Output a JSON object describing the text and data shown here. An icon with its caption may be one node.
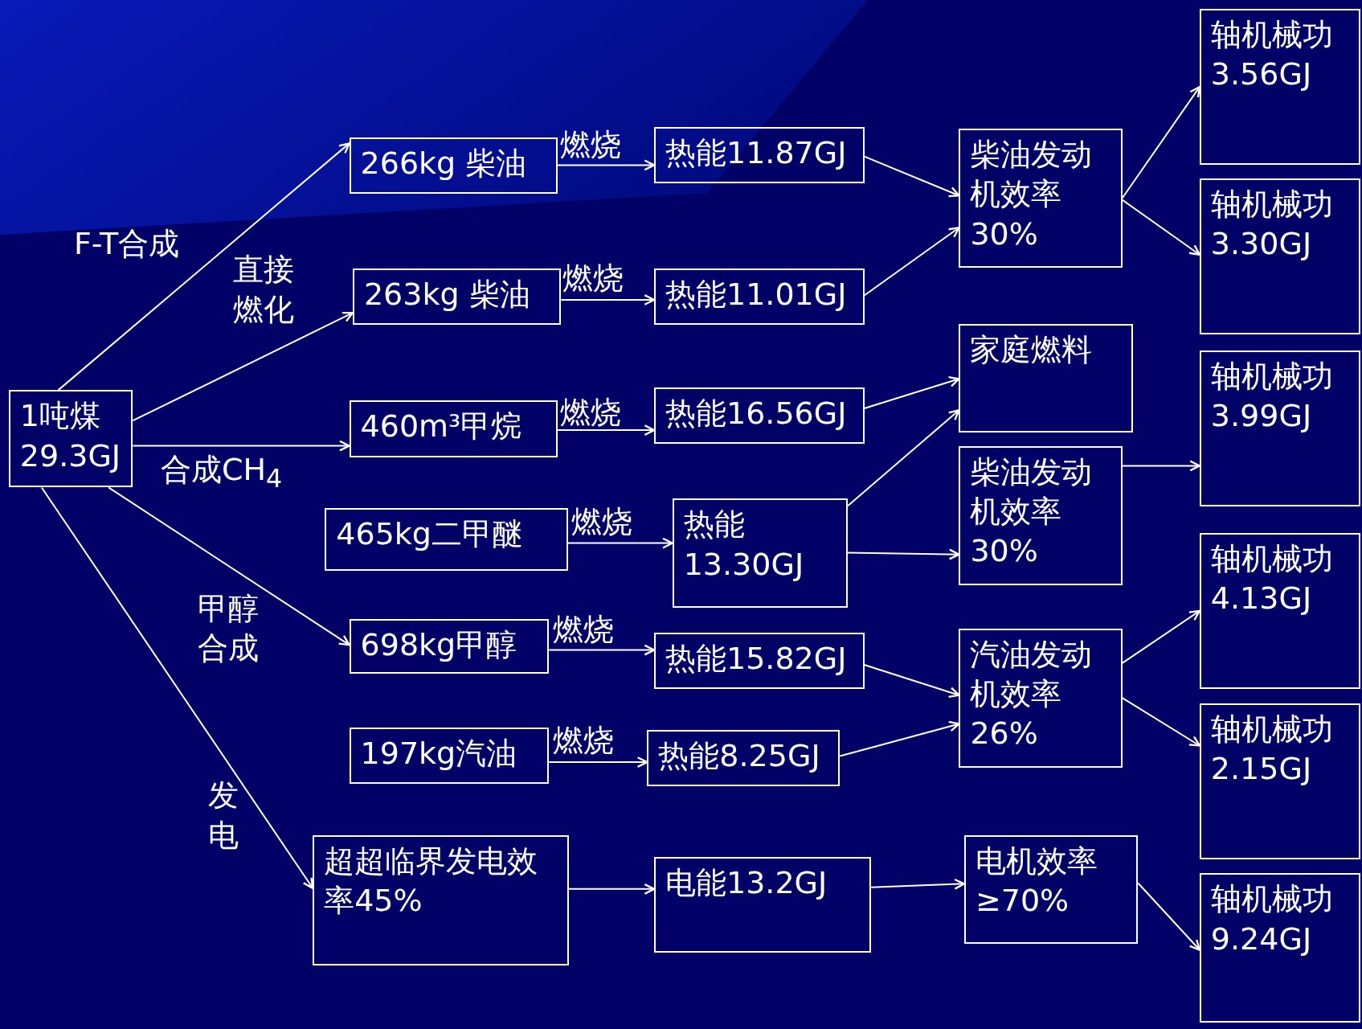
{
  "diagram": {
    "nodes": [
      {
        "text": [
          "1吨煤 29.3GJ"
        ]
      },
      {
        "text": [
          "266kg 柴油"
        ]
      },
      {
        "text": [
          "263kg 柴油"
        ]
      },
      {
        "text": [
          "460m³甲烷"
        ]
      },
      {
        "text": [
          "465kg二甲醚"
        ]
      },
      {
        "text": [
          "698kg甲醇"
        ]
      },
      {
        "text": [
          "197kg汽油"
        ]
      },
      {
        "text": [
          "超超临界发电效率45%"
        ]
      },
      {
        "text": [
          "热能11.87GJ"
        ]
      },
      {
        "text": [
          "热能11.01GJ"
        ]
      },
      {
        "text": [
          "热能16.56GJ"
        ]
      },
      {
        "text": [
          "热能13.30GJ"
        ]
      },
      {
        "text": [
          "热能15.82GJ"
        ]
      },
      {
        "text": [
          "热能8.25GJ"
        ]
      },
      {
        "text": [
          "电能13.2GJ"
        ]
      },
      {
        "text": [
          "柴油发动机效率30%"
        ]
      },
      {
        "text": [
          "家庭燃料"
        ]
      },
      {
        "text": [
          "柴油发动机效率30%"
        ]
      },
      {
        "text": [
          "汽油发动机效率26%"
        ]
      },
      {
        "text": [
          "电机效率≥70%"
        ]
      },
      {
        "text": [
          "轴机械功 3.56GJ"
        ]
      },
      {
        "text": [
          "轴机械功 3.30GJ"
        ]
      },
      {
        "text": [
          "轴机械功 3.99GJ"
        ]
      },
      {
        "text": [
          "轴机械功 4.13GJ"
        ]
      },
      {
        "text": [
          "轴机械功 2.15GJ"
        ]
      },
      {
        "text": [
          "轴机械功 9.24GJ"
        ]
      }
    ],
    "edges": [
      {
        "from": 0,
        "to": 1,
        "arrow": "to",
        "label": "F-T合成"
      },
      {
        "from": 0,
        "to": 2,
        "arrow": "to",
        "label": "直接燃化"
      },
      {
        "from": 0,
        "to": 3,
        "arrow": "to",
        "label": "合成CH$_{4}$"
      },
      {
        "from": 0,
        "to": 5,
        "arrow": "to",
        "label": "甲醇合成"
      },
      {
        "from": 0,
        "to": 7,
        "arrow": "to",
        "label": "发电"
      },
      {
        "from": 1,
        "to": 8,
        "arrow": "to",
        "label": "燃烧"
      },
      {
        "from": 2,
        "to": 9,
        "arrow": "to",
        "label": "燃烧"
      },
      {
        "from": 3,
        "to": 10,
        "arrow": "to",
        "label": "燃烧"
      },
      {
        "from": 4,
        "to": 11,
        "arrow": "to",
        "label": "燃烧"
      },
      {
        "from": 5,
        "to": 12,
        "arrow": "to",
        "label": "燃烧"
      },
      {
        "from": 6,
        "to": 13,
        "arrow": "to",
        "label": "燃烧"
      },
      {
        "from": 7,
        "to": 14,
        "arrow": "to"
      },
      {
        "from": 8,
        "to": 15,
        "arrow": "to"
      },
      {
        "from": 9,
        "to": 15,
        "arrow": "to"
      },
      {
        "from": 10,
        "to": 16,
        "arrow": "to"
      },
      {
        "from": 11,
        "to": 16,
        "arrow": "to"
      },
      {
        "from": 11,
        "to": 17,
        "arrow": "to"
      },
      {
        "from": 12,
        "to": 18,
        "arrow": "to"
      },
      {
        "from": 13,
        "to": 18,
        "arrow": "to"
      },
      {
        "from": 14,
        "to": 19,
        "arrow": "to"
      },
      {
        "from": 15,
        "to": 20,
        "arrow": "to"
      },
      {
        "from": 15,
        "to": 21,
        "arrow": "to"
      },
      {
        "from": 17,
        "to": 22,
        "arrow": "to"
      },
      {
        "from": 18,
        "to": 23,
        "arrow": "to"
      },
      {
        "from": 18,
        "to": 24,
        "arrow": "to"
      },
      {
        "from": 19,
        "to": 25,
        "arrow": "to"
      }
    ]
  }
}
